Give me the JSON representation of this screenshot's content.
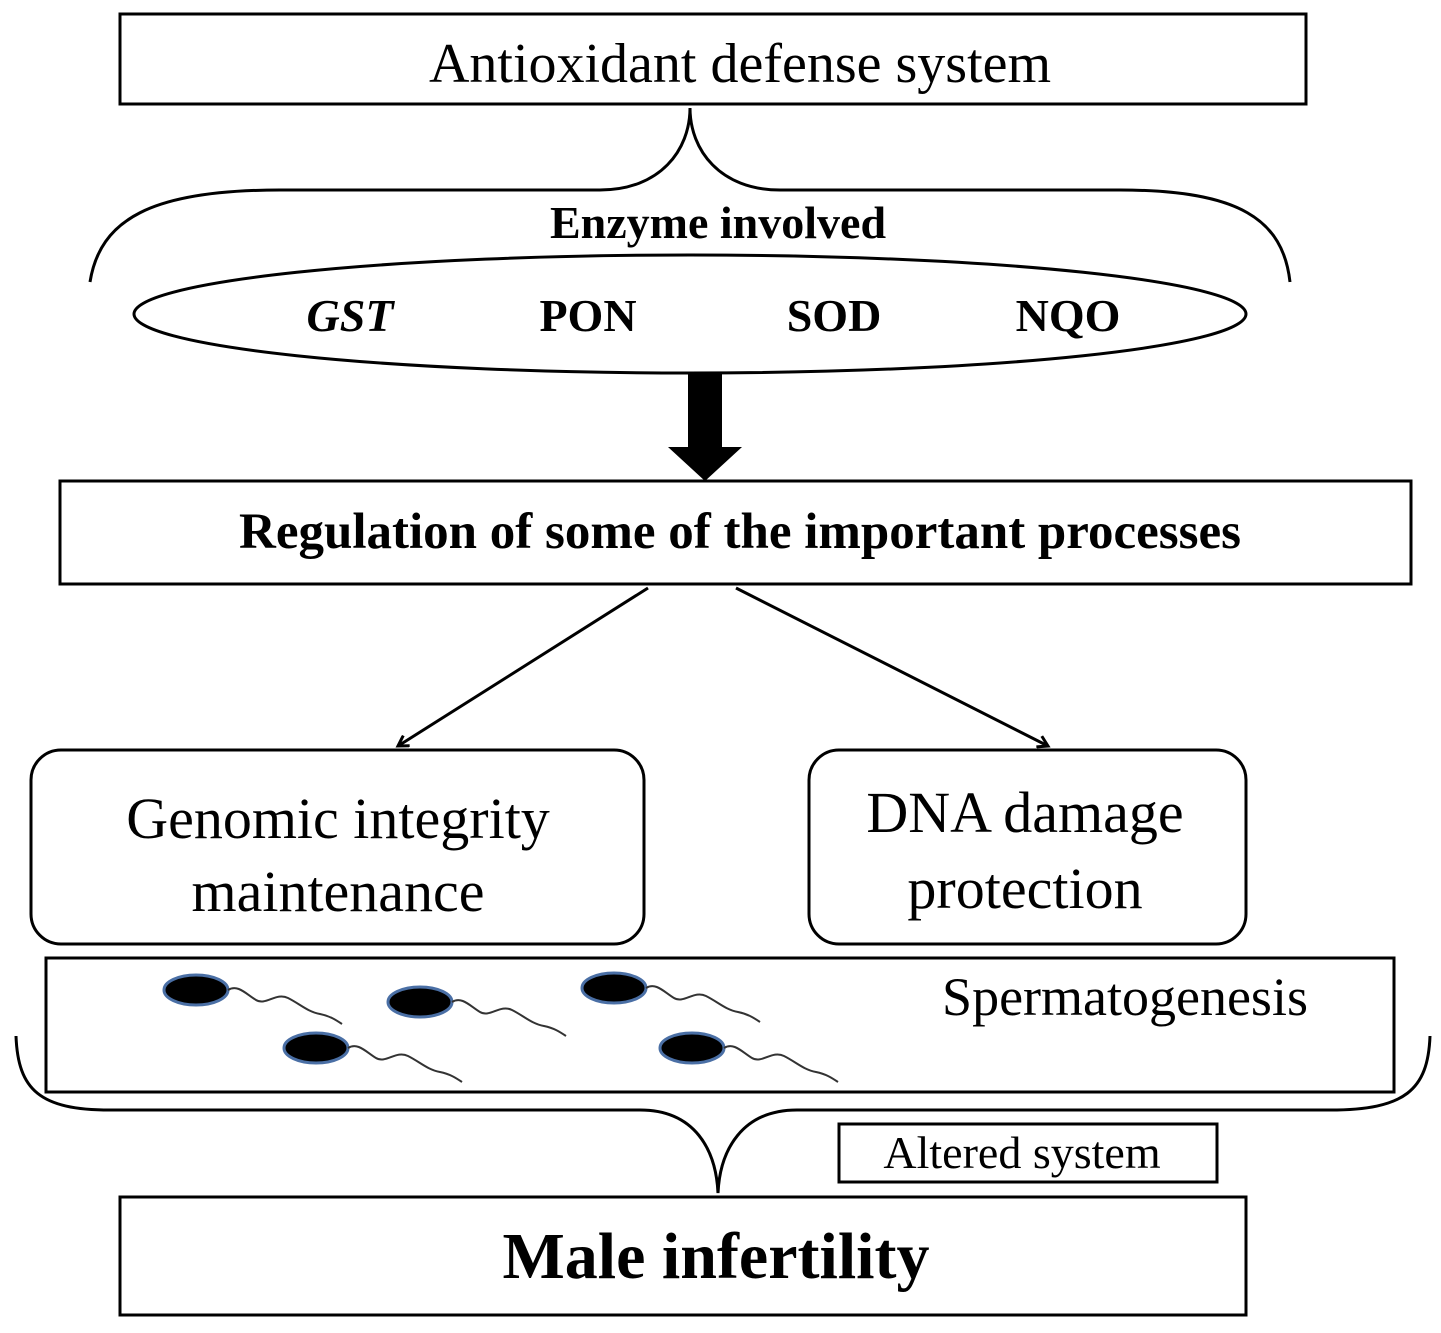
{
  "diagram": {
    "top_box": {
      "label": "Antioxidant defense system"
    },
    "enzymes": {
      "heading": "Enzyme involved",
      "items": [
        {
          "label": "GST",
          "italic": true
        },
        {
          "label": "PON",
          "italic": false
        },
        {
          "label": "SOD",
          "italic": false
        },
        {
          "label": "NQO",
          "italic": false
        }
      ]
    },
    "regulation_box": {
      "label": "Regulation of some of the important processes"
    },
    "genomic_box": {
      "line1": "Genomic integrity",
      "line2": "maintenance"
    },
    "dna_box": {
      "line1": "DNA damage",
      "line2": "protection"
    },
    "spermatogenesis": {
      "label": "Spermatogenesis",
      "sperm_count": 5
    },
    "altered_box": {
      "label": "Altered system"
    },
    "bottom_box": {
      "label": "Male infertility"
    },
    "colors": {
      "stroke": "#000000",
      "text": "#000000",
      "sperm_head": "#000000",
      "sperm_outline": "#4a6fa5",
      "background": "#ffffff"
    }
  }
}
